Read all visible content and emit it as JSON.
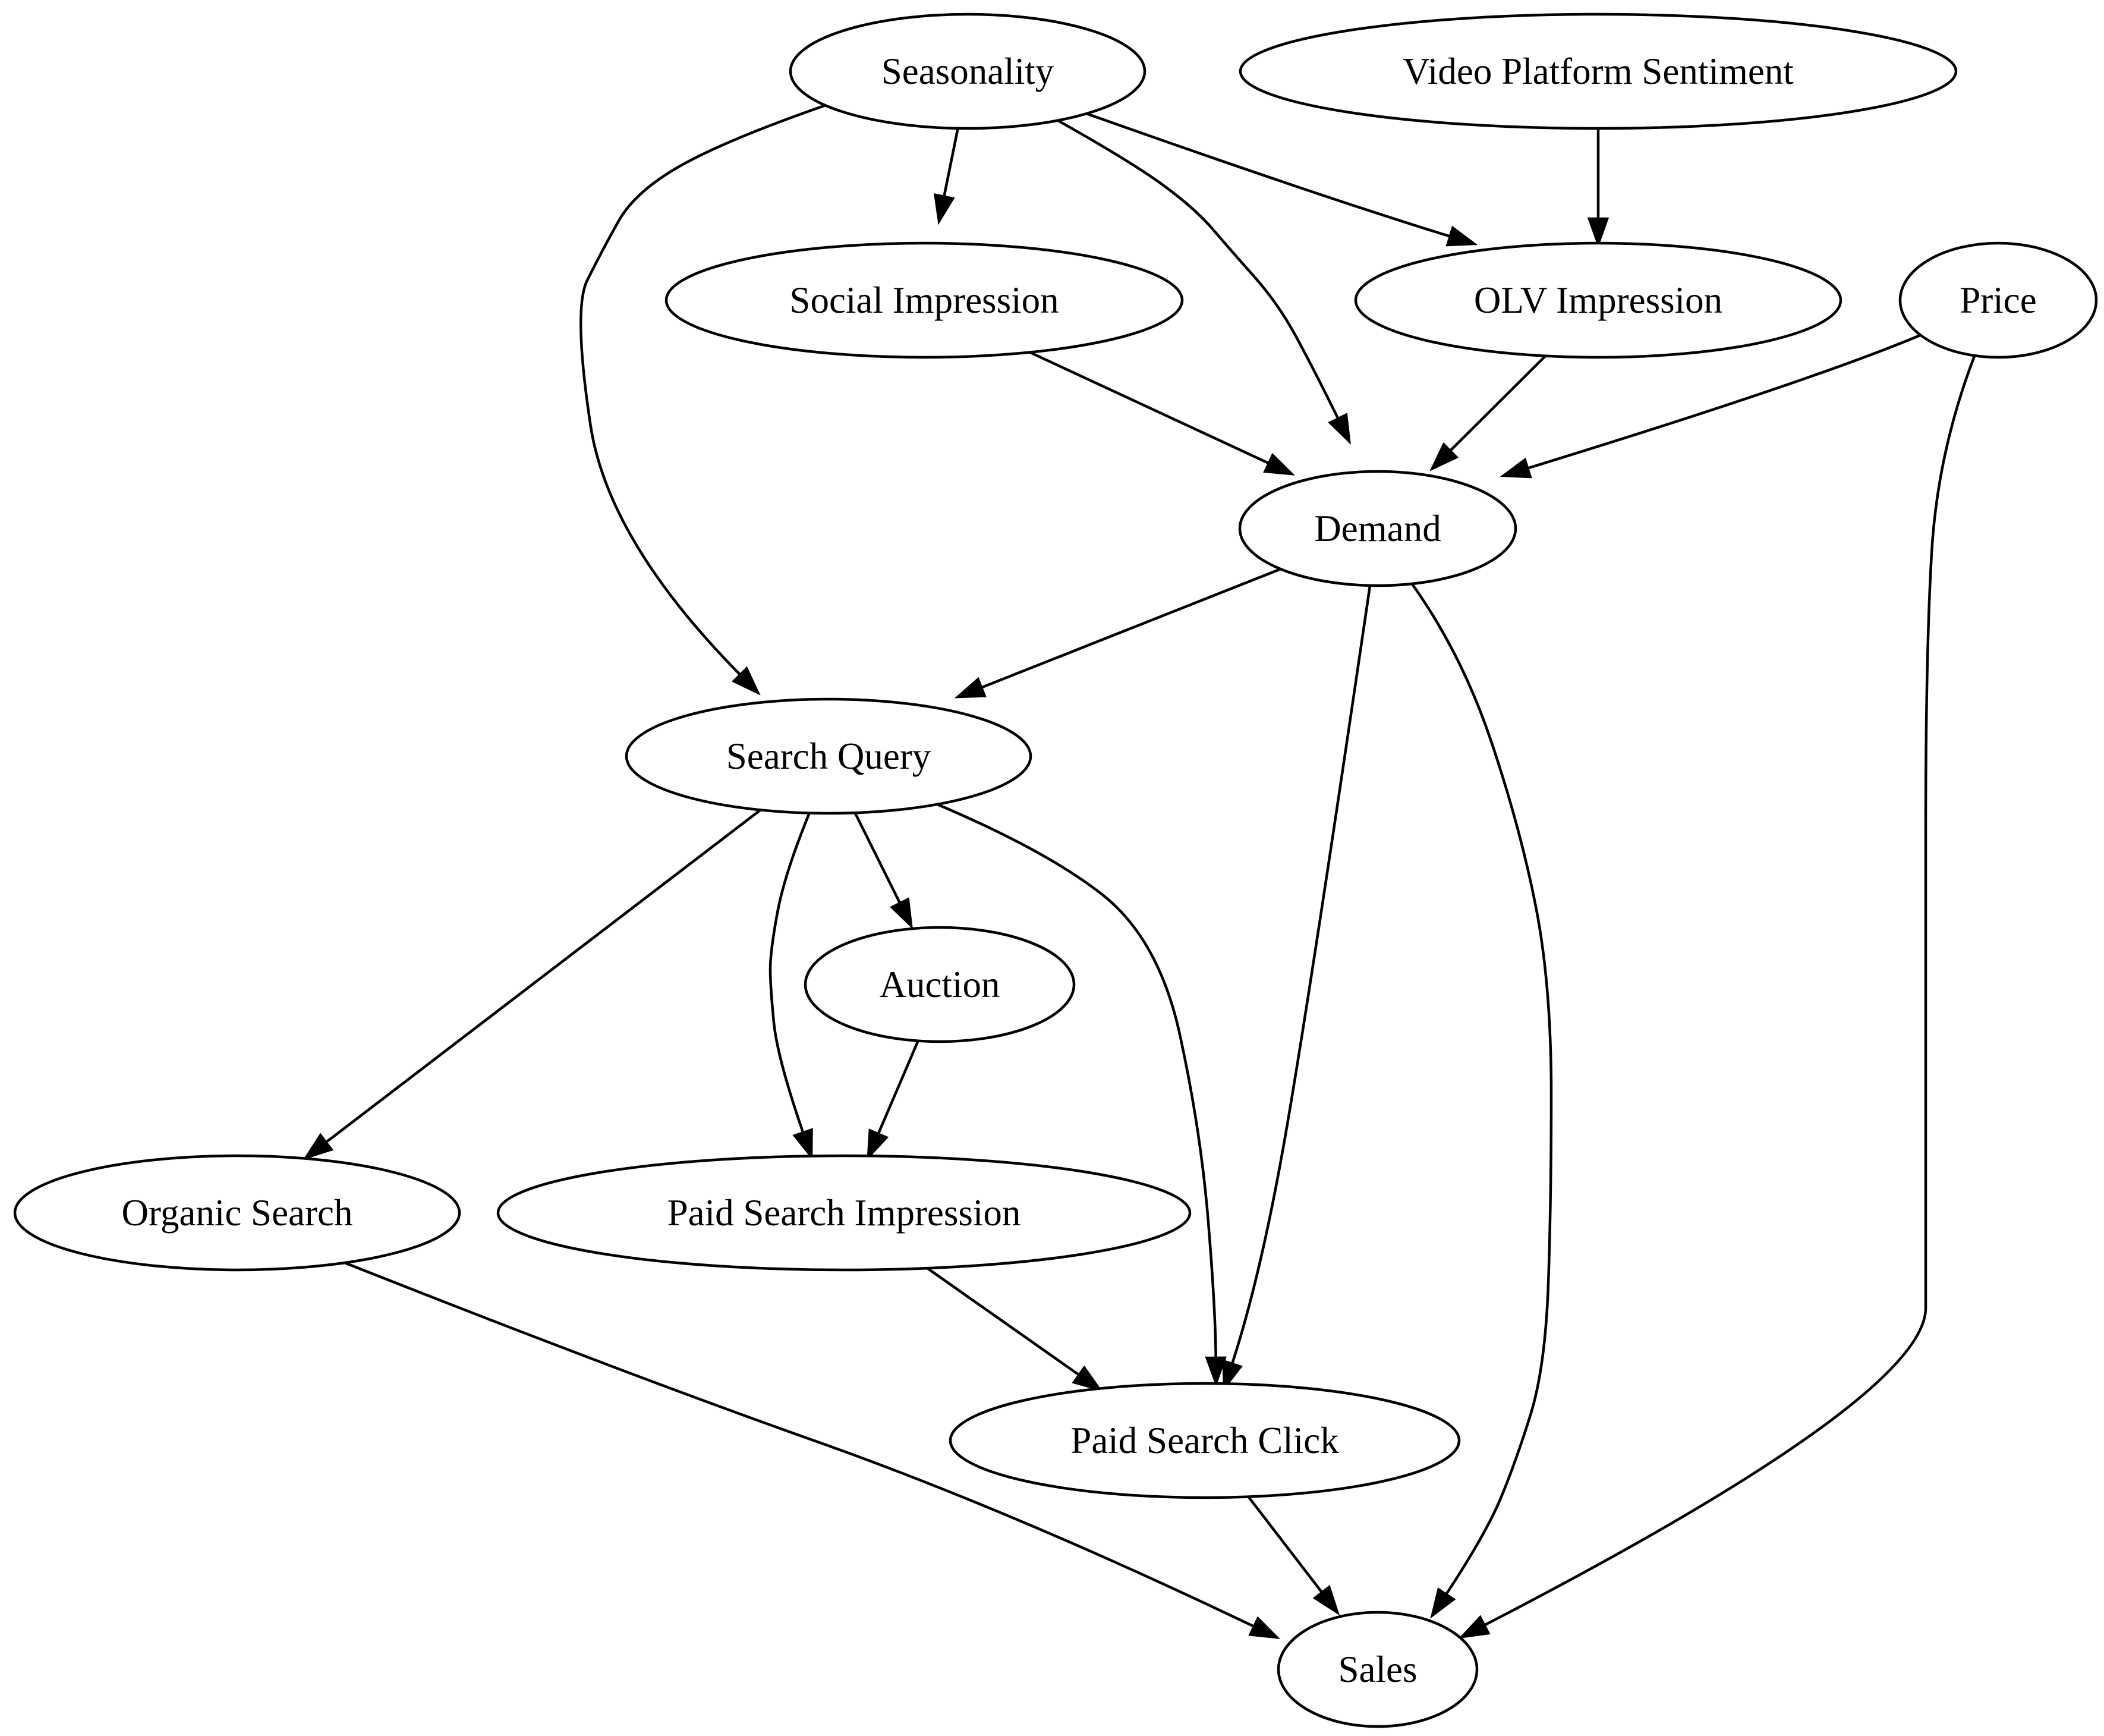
{
  "graph": {
    "type": "directed",
    "nodes": [
      {
        "id": "seasonality",
        "label": "Seasonality"
      },
      {
        "id": "video_sentiment",
        "label": "Video Platform Sentiment"
      },
      {
        "id": "social_impression",
        "label": "Social Impression"
      },
      {
        "id": "olv_impression",
        "label": "OLV Impression"
      },
      {
        "id": "price",
        "label": "Price"
      },
      {
        "id": "demand",
        "label": "Demand"
      },
      {
        "id": "search_query",
        "label": "Search Query"
      },
      {
        "id": "auction",
        "label": "Auction"
      },
      {
        "id": "organic_search",
        "label": "Organic Search"
      },
      {
        "id": "paid_search_impression",
        "label": "Paid Search Impression"
      },
      {
        "id": "paid_search_click",
        "label": "Paid Search Click"
      },
      {
        "id": "sales",
        "label": "Sales"
      }
    ],
    "edges": [
      {
        "from": "seasonality",
        "to": "search_query"
      },
      {
        "from": "seasonality",
        "to": "social_impression"
      },
      {
        "from": "seasonality",
        "to": "demand"
      },
      {
        "from": "seasonality",
        "to": "olv_impression"
      },
      {
        "from": "video_sentiment",
        "to": "olv_impression"
      },
      {
        "from": "social_impression",
        "to": "demand"
      },
      {
        "from": "olv_impression",
        "to": "demand"
      },
      {
        "from": "price",
        "to": "demand"
      },
      {
        "from": "price",
        "to": "sales"
      },
      {
        "from": "demand",
        "to": "search_query"
      },
      {
        "from": "demand",
        "to": "paid_search_click"
      },
      {
        "from": "demand",
        "to": "sales"
      },
      {
        "from": "search_query",
        "to": "organic_search"
      },
      {
        "from": "search_query",
        "to": "paid_search_impression"
      },
      {
        "from": "search_query",
        "to": "auction"
      },
      {
        "from": "search_query",
        "to": "paid_search_click"
      },
      {
        "from": "auction",
        "to": "paid_search_impression"
      },
      {
        "from": "organic_search",
        "to": "sales"
      },
      {
        "from": "paid_search_impression",
        "to": "paid_search_click"
      },
      {
        "from": "paid_search_click",
        "to": "sales"
      }
    ]
  }
}
